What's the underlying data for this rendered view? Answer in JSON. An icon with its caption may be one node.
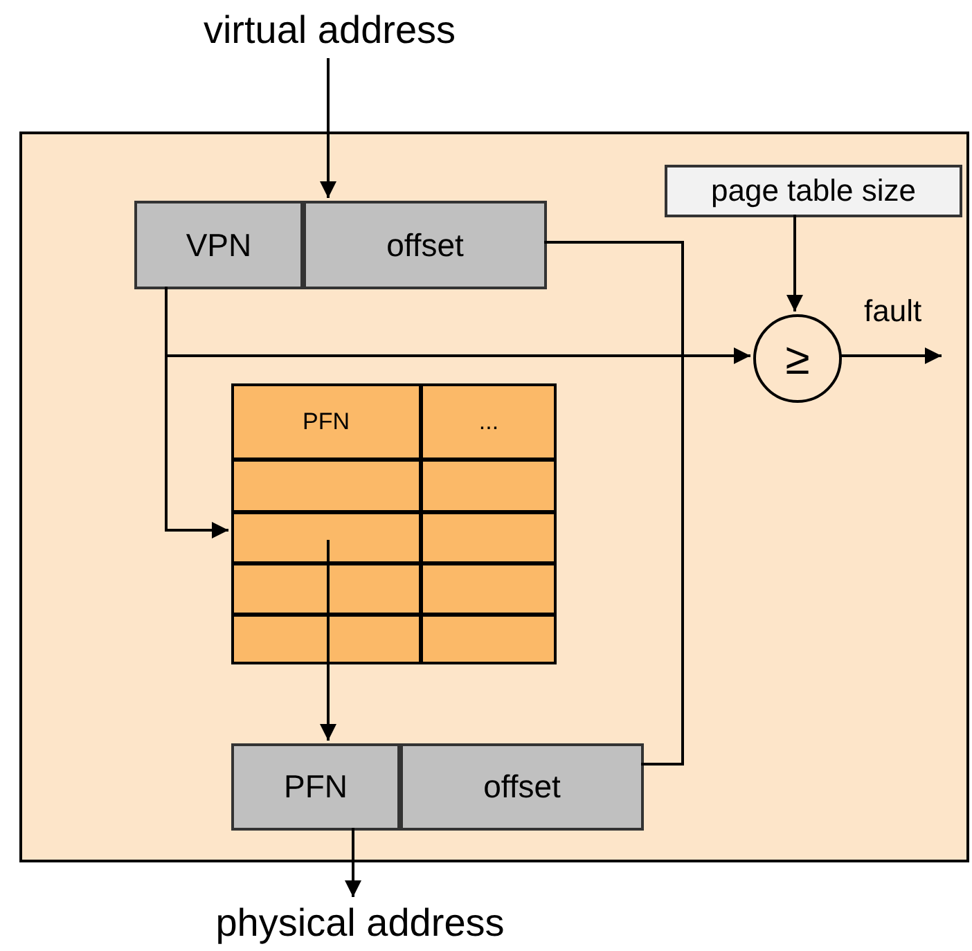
{
  "diagram": {
    "nodes": [
      {
        "text": [],
        "shape": "box"
      },
      {
        "text": [
          "virtual address"
        ]
      },
      {
        "text": [
          "VPN"
        ],
        "in": 0
      },
      {
        "text": [
          "offset"
        ],
        "in": 0
      },
      {
        "text": [
          "page table size"
        ],
        "in": 0
      },
      {
        "text": [
          "≥"
        ],
        "in": 0
      },
      {
        "text": [
          "PFN",
          "..."
        ],
        "in": 0
      },
      {
        "text": [
          "PFN"
        ],
        "in": 0
      },
      {
        "text": [
          "offset"
        ],
        "in": 0
      },
      {
        "text": [
          "physical address"
        ]
      }
    ],
    "edges": [
      {
        "from": 1,
        "to": 3,
        "arrow": "to"
      },
      {
        "from": 2,
        "to": 6,
        "arrow": "to"
      },
      {
        "from": 2,
        "to": 5,
        "arrow": "to"
      },
      {
        "from": 4,
        "to": 5,
        "arrow": "to"
      },
      {
        "from": 5,
        "to": null,
        "arrow": "to",
        "label": "fault"
      },
      {
        "from": 3,
        "to": 8,
        "arrow": "none"
      },
      {
        "from": 6,
        "to": 7,
        "arrow": "to"
      },
      {
        "from": 7,
        "to": 9,
        "arrow": "to"
      }
    ]
  }
}
